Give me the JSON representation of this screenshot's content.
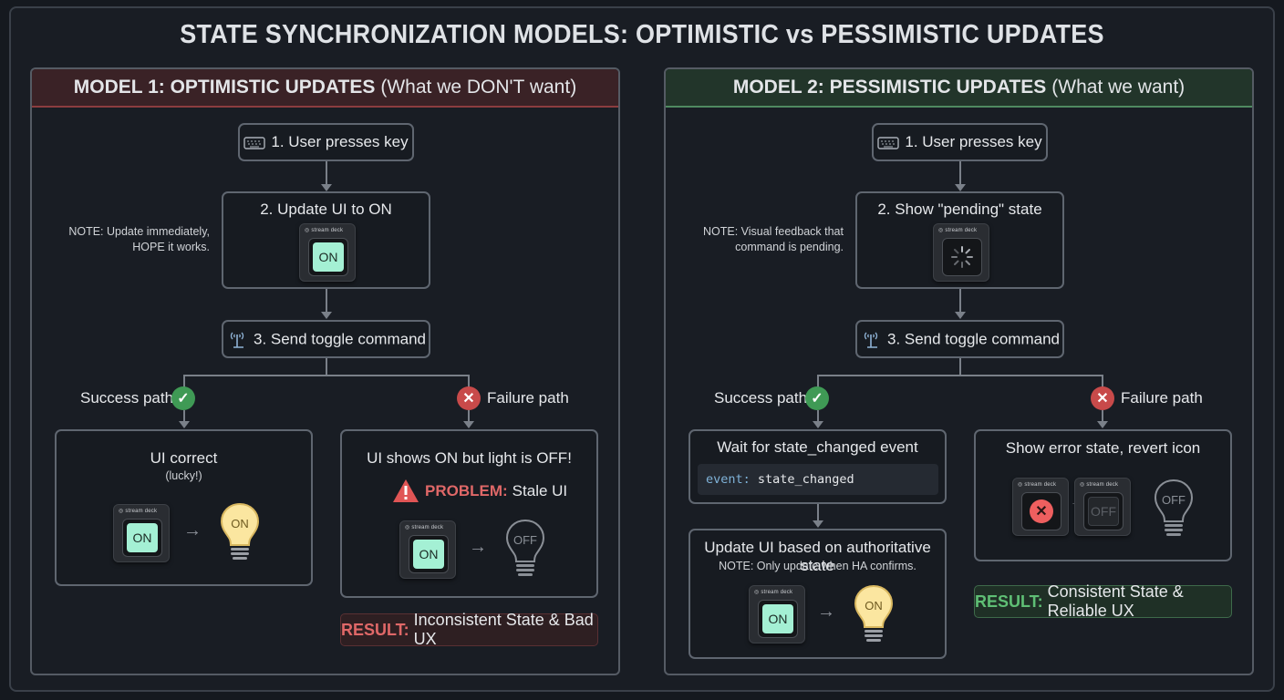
{
  "title": "STATE SYNCHRONIZATION MODELS: OPTIMISTIC vs PESSIMISTIC UPDATES",
  "colors": {
    "background": "#15191f",
    "panel_border": "#555b64",
    "optimistic_header": "#3a2226",
    "pessimistic_header": "#22352a",
    "success": "#3f9a55",
    "failure": "#c84a4a",
    "button_on": "#a4f0d4",
    "bulb_on": "#fbe6a0"
  },
  "model1": {
    "header_bold": "MODEL 1: OPTIMISTIC UPDATES",
    "header_rest": "(What we DON'T want)",
    "step1": {
      "label": "1. User presses key",
      "icon": "keyboard-icon"
    },
    "step2": {
      "label": "2. Update UI to ON",
      "device_brand": "stream deck",
      "device_face": "ON"
    },
    "note": {
      "line1": "NOTE: Update immediately,",
      "line2": "HOPE it works."
    },
    "step3": {
      "label": "3. Send toggle command",
      "icon": "antenna-icon"
    },
    "success_path": {
      "label": "Success path",
      "badge": "✓"
    },
    "failure_path": {
      "label": "Failure path",
      "badge": "✕"
    },
    "success_box": {
      "title": "UI correct",
      "subtitle": "(lucky!)",
      "device_brand": "stream deck",
      "device_face": "ON",
      "bulb": "ON"
    },
    "failure_box": {
      "title": "UI shows ON but light is OFF!",
      "problem_label": "PROBLEM:",
      "problem_text": "Stale UI",
      "device_brand": "stream deck",
      "device_face": "ON",
      "bulb": "OFF"
    },
    "result": {
      "label": "RESULT:",
      "text": "Inconsistent State & Bad UX"
    }
  },
  "model2": {
    "header_bold": "MODEL 2: PESSIMISTIC UPDATES",
    "header_rest": "(What we want)",
    "step1": {
      "label": "1. User presses key",
      "icon": "keyboard-icon"
    },
    "step2": {
      "label": "2. Show \"pending\" state",
      "device_brand": "stream deck",
      "device_face": "spinner"
    },
    "note": {
      "line1": "NOTE: Visual feedback that",
      "line2": "command is pending."
    },
    "step3": {
      "label": "3. Send toggle command",
      "icon": "antenna-icon"
    },
    "success_path": {
      "label": "Success path",
      "badge": "✓"
    },
    "failure_path": {
      "label": "Failure path",
      "badge": "✕"
    },
    "wait_box": {
      "title": "Wait for state_changed event",
      "code_key": "event:",
      "code_value": "state_changed"
    },
    "update_box": {
      "title": "Update UI based on authoritative state",
      "note": "NOTE: Only update when HA confirms.",
      "device_brand": "stream deck",
      "device_face": "ON",
      "bulb": "ON"
    },
    "error_box": {
      "title": "Show error state, revert icon",
      "device_brand": "stream deck",
      "device_face_after": "OFF",
      "bulb": "OFF"
    },
    "result": {
      "label": "RESULT:",
      "text": "Consistent State & Reliable UX"
    }
  }
}
